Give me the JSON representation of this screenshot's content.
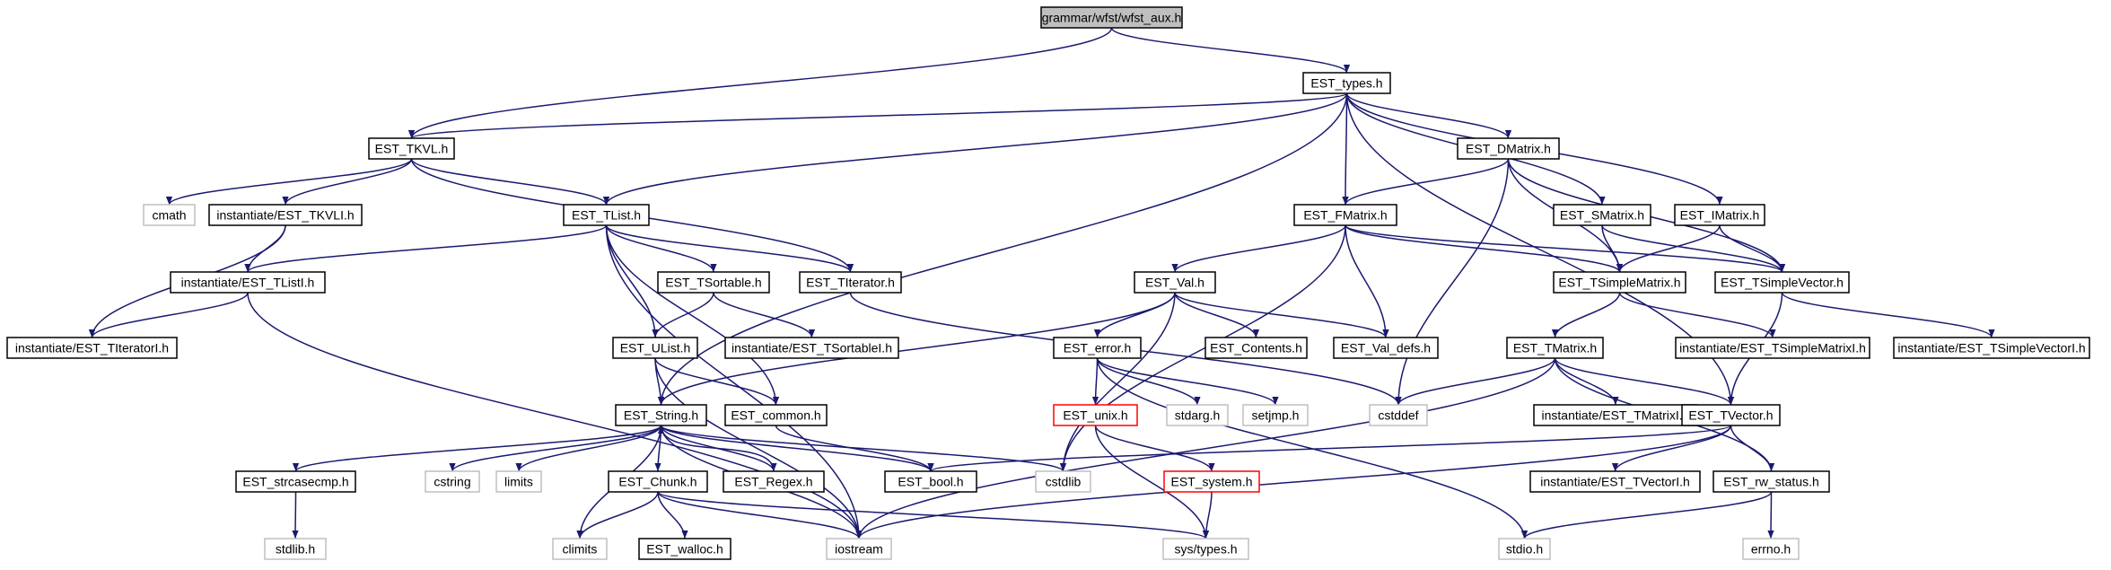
{
  "title": "grammar/wfst/wfst_aux.h",
  "colors": {
    "edge": "#191970",
    "node_border": "#000000",
    "system_border": "#bfbfbf",
    "incomplete_border": "#ff0000",
    "root_fill": "#bfbfbf",
    "node_fill": "#ffffff"
  },
  "nodes": [
    {
      "id": "root",
      "label": "grammar/wfst/wfst_aux.h",
      "kind": "root"
    },
    {
      "id": "types",
      "label": "EST_types.h",
      "kind": "normal"
    },
    {
      "id": "tkvl",
      "label": "EST_TKVL.h",
      "kind": "normal"
    },
    {
      "id": "dmatrix",
      "label": "EST_DMatrix.h",
      "kind": "normal"
    },
    {
      "id": "cmath",
      "label": "cmath",
      "kind": "system"
    },
    {
      "id": "tkvli",
      "label": "instantiate/EST_TKVLI.h",
      "kind": "normal"
    },
    {
      "id": "tlist",
      "label": "EST_TList.h",
      "kind": "normal"
    },
    {
      "id": "fmatrix",
      "label": "EST_FMatrix.h",
      "kind": "normal"
    },
    {
      "id": "smatrix",
      "label": "EST_SMatrix.h",
      "kind": "normal"
    },
    {
      "id": "imatrix",
      "label": "EST_IMatrix.h",
      "kind": "normal"
    },
    {
      "id": "tlisti",
      "label": "instantiate/EST_TListI.h",
      "kind": "normal"
    },
    {
      "id": "tsortable",
      "label": "EST_TSortable.h",
      "kind": "normal"
    },
    {
      "id": "titerator",
      "label": "EST_TIterator.h",
      "kind": "normal"
    },
    {
      "id": "val",
      "label": "EST_Val.h",
      "kind": "normal"
    },
    {
      "id": "tsimplematrix",
      "label": "EST_TSimpleMatrix.h",
      "kind": "normal"
    },
    {
      "id": "tsimplevector",
      "label": "EST_TSimpleVector.h",
      "kind": "normal"
    },
    {
      "id": "titeratori",
      "label": "instantiate/EST_TIteratorI.h",
      "kind": "normal"
    },
    {
      "id": "ulist",
      "label": "EST_UList.h",
      "kind": "normal"
    },
    {
      "id": "tsortablei",
      "label": "instantiate/EST_TSortableI.h",
      "kind": "normal"
    },
    {
      "id": "error",
      "label": "EST_error.h",
      "kind": "normal"
    },
    {
      "id": "contents",
      "label": "EST_Contents.h",
      "kind": "normal"
    },
    {
      "id": "valdefs",
      "label": "EST_Val_defs.h",
      "kind": "normal"
    },
    {
      "id": "tmatrix",
      "label": "EST_TMatrix.h",
      "kind": "normal"
    },
    {
      "id": "tsimplematrixi",
      "label": "instantiate/EST_TSimpleMatrixI.h",
      "kind": "normal"
    },
    {
      "id": "tsimplevectori",
      "label": "instantiate/EST_TSimpleVectorI.h",
      "kind": "normal"
    },
    {
      "id": "string",
      "label": "EST_String.h",
      "kind": "normal"
    },
    {
      "id": "common",
      "label": "EST_common.h",
      "kind": "normal"
    },
    {
      "id": "unix",
      "label": "EST_unix.h",
      "kind": "incomplete"
    },
    {
      "id": "stdarg",
      "label": "stdarg.h",
      "kind": "system"
    },
    {
      "id": "setjmp",
      "label": "setjmp.h",
      "kind": "system"
    },
    {
      "id": "cstddef",
      "label": "cstddef",
      "kind": "system"
    },
    {
      "id": "tmatrixi",
      "label": "instantiate/EST_TMatrixI.h",
      "kind": "normal"
    },
    {
      "id": "tvector",
      "label": "EST_TVector.h",
      "kind": "normal"
    },
    {
      "id": "strcasecmp",
      "label": "EST_strcasecmp.h",
      "kind": "normal"
    },
    {
      "id": "cstring",
      "label": "cstring",
      "kind": "system"
    },
    {
      "id": "limits",
      "label": "limits",
      "kind": "system"
    },
    {
      "id": "chunk",
      "label": "EST_Chunk.h",
      "kind": "normal"
    },
    {
      "id": "regex",
      "label": "EST_Regex.h",
      "kind": "normal"
    },
    {
      "id": "bool",
      "label": "EST_bool.h",
      "kind": "normal"
    },
    {
      "id": "cstdlib",
      "label": "cstdlib",
      "kind": "system"
    },
    {
      "id": "system",
      "label": "EST_system.h",
      "kind": "incomplete"
    },
    {
      "id": "tvectori",
      "label": "instantiate/EST_TVectorI.h",
      "kind": "normal"
    },
    {
      "id": "rwstatus",
      "label": "EST_rw_status.h",
      "kind": "normal"
    },
    {
      "id": "stdlib",
      "label": "stdlib.h",
      "kind": "system"
    },
    {
      "id": "climits",
      "label": "climits",
      "kind": "system"
    },
    {
      "id": "walloc",
      "label": "EST_walloc.h",
      "kind": "normal"
    },
    {
      "id": "iostream",
      "label": "iostream",
      "kind": "system"
    },
    {
      "id": "systypes",
      "label": "sys/types.h",
      "kind": "system"
    },
    {
      "id": "stdio",
      "label": "stdio.h",
      "kind": "system"
    },
    {
      "id": "errno",
      "label": "errno.h",
      "kind": "system"
    }
  ],
  "edges": [
    [
      "root",
      "tkvl"
    ],
    [
      "root",
      "types"
    ],
    [
      "types",
      "tkvl"
    ],
    [
      "types",
      "tlist"
    ],
    [
      "types",
      "string"
    ],
    [
      "types",
      "fmatrix"
    ],
    [
      "types",
      "dmatrix"
    ],
    [
      "types",
      "smatrix"
    ],
    [
      "types",
      "imatrix"
    ],
    [
      "types",
      "tvector"
    ],
    [
      "tkvl",
      "cmath"
    ],
    [
      "tkvl",
      "tkvli"
    ],
    [
      "tkvl",
      "tlist"
    ],
    [
      "tkvl",
      "titerator"
    ],
    [
      "tkvli",
      "tlisti"
    ],
    [
      "tkvli",
      "titeratori"
    ],
    [
      "tlist",
      "tlisti"
    ],
    [
      "tlist",
      "tsortable"
    ],
    [
      "tlist",
      "titerator"
    ],
    [
      "tlist",
      "ulist"
    ],
    [
      "tlist",
      "common"
    ],
    [
      "tlist",
      "iostream"
    ],
    [
      "tlisti",
      "titeratori"
    ],
    [
      "tlisti",
      "iostream"
    ],
    [
      "tsortable",
      "ulist"
    ],
    [
      "tsortable",
      "tsortablei"
    ],
    [
      "titerator",
      "cstddef"
    ],
    [
      "ulist",
      "string"
    ],
    [
      "ulist",
      "common"
    ],
    [
      "ulist",
      "iostream"
    ],
    [
      "dmatrix",
      "fmatrix"
    ],
    [
      "dmatrix",
      "tsimplematrix"
    ],
    [
      "dmatrix",
      "tsimplevector"
    ],
    [
      "dmatrix",
      "cstddef"
    ],
    [
      "fmatrix",
      "val"
    ],
    [
      "fmatrix",
      "tsimplematrix"
    ],
    [
      "fmatrix",
      "tsimplevector"
    ],
    [
      "fmatrix",
      "valdefs"
    ],
    [
      "fmatrix",
      "cstdlib"
    ],
    [
      "smatrix",
      "tsimplematrix"
    ],
    [
      "smatrix",
      "tsimplevector"
    ],
    [
      "imatrix",
      "tsimplematrix"
    ],
    [
      "imatrix",
      "tsimplevector"
    ],
    [
      "val",
      "error"
    ],
    [
      "val",
      "contents"
    ],
    [
      "val",
      "valdefs"
    ],
    [
      "val",
      "string"
    ],
    [
      "val",
      "cstdlib"
    ],
    [
      "tsimplematrix",
      "tmatrix"
    ],
    [
      "tsimplematrix",
      "tsimplematrixi"
    ],
    [
      "tsimplevector",
      "tsimplevectori"
    ],
    [
      "tsimplevector",
      "tvector"
    ],
    [
      "error",
      "unix"
    ],
    [
      "error",
      "stdarg"
    ],
    [
      "error",
      "setjmp"
    ],
    [
      "error",
      "stdio"
    ],
    [
      "tmatrix",
      "tmatrixi"
    ],
    [
      "tmatrix",
      "tvector"
    ],
    [
      "tmatrix",
      "cstddef"
    ],
    [
      "tmatrix",
      "rwstatus"
    ],
    [
      "tmatrix",
      "iostream"
    ],
    [
      "tvector",
      "bool"
    ],
    [
      "tvector",
      "tvectori"
    ],
    [
      "tvector",
      "rwstatus"
    ],
    [
      "tvector",
      "iostream"
    ],
    [
      "string",
      "strcasecmp"
    ],
    [
      "string",
      "cstring"
    ],
    [
      "string",
      "limits"
    ],
    [
      "string",
      "chunk"
    ],
    [
      "string",
      "regex"
    ],
    [
      "string",
      "bool"
    ],
    [
      "string",
      "cstdlib"
    ],
    [
      "string",
      "climits"
    ],
    [
      "string",
      "iostream"
    ],
    [
      "common",
      "bool"
    ],
    [
      "unix",
      "system"
    ],
    [
      "unix",
      "systypes"
    ],
    [
      "system",
      "systypes"
    ],
    [
      "strcasecmp",
      "stdlib"
    ],
    [
      "chunk",
      "climits"
    ],
    [
      "chunk",
      "walloc"
    ],
    [
      "chunk",
      "iostream"
    ],
    [
      "chunk",
      "systypes"
    ],
    [
      "regex",
      "string"
    ],
    [
      "rwstatus",
      "errno"
    ],
    [
      "rwstatus",
      "stdio"
    ]
  ]
}
